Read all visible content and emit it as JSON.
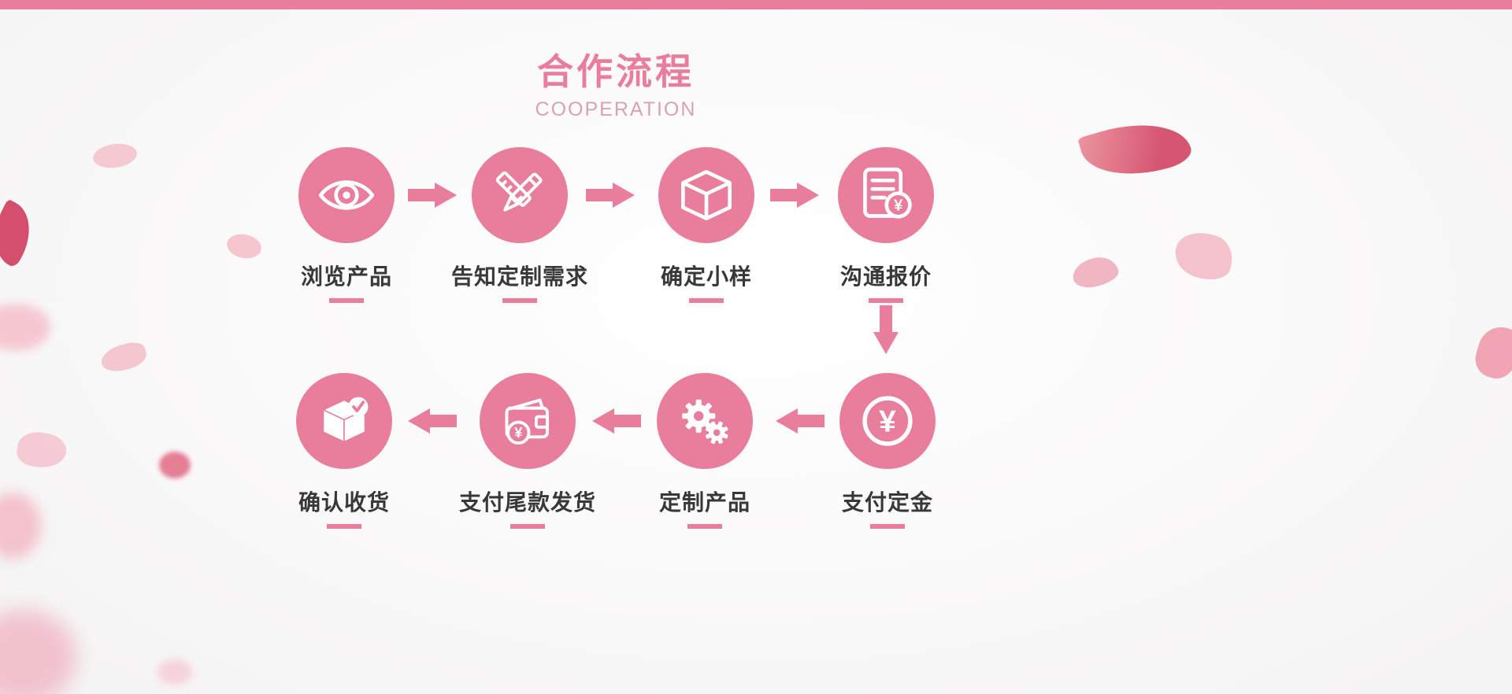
{
  "page": {
    "title": "合作流程",
    "subtitle": "COOPERATION"
  },
  "colors": {
    "accent_pink": "#e87d9c",
    "subtitle_pink": "#d8a3b0",
    "label_dark": "#383838",
    "background": "#f7f7f7"
  },
  "steps": [
    {
      "label": "浏览产品",
      "icon": "eye-icon"
    },
    {
      "label": "告知定制需求",
      "icon": "pencil-ruler-icon"
    },
    {
      "label": "确定小样",
      "icon": "cube-icon"
    },
    {
      "label": "沟通报价",
      "icon": "quote-document-icon"
    },
    {
      "label": "支付定金",
      "icon": "yen-coin-icon"
    },
    {
      "label": "定制产品",
      "icon": "gears-icon"
    },
    {
      "label": "支付尾款发货",
      "icon": "wallet-yen-icon"
    },
    {
      "label": "确认收货",
      "icon": "delivery-check-icon"
    }
  ]
}
